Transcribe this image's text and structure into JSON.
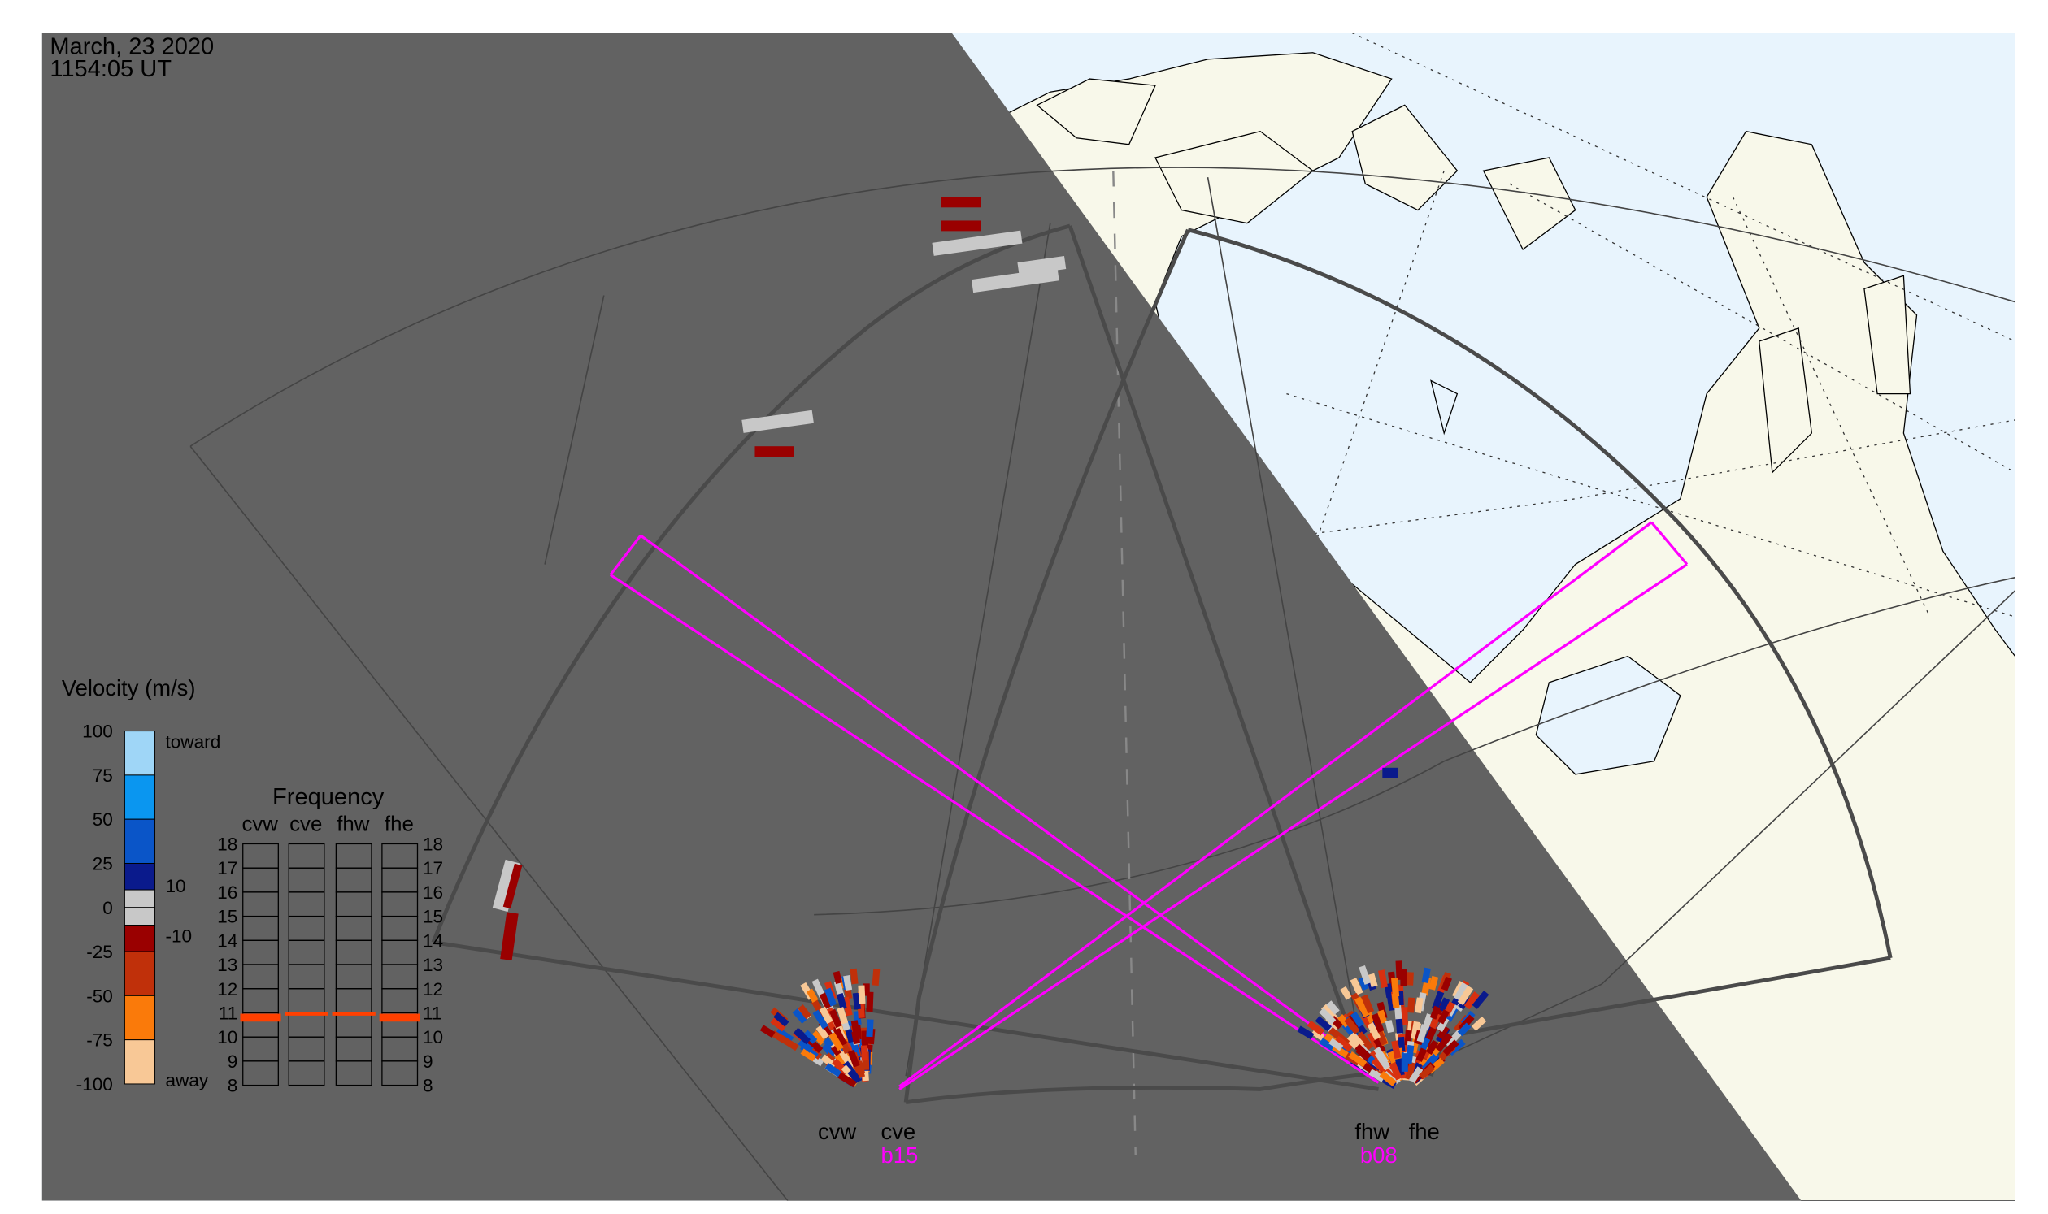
{
  "header": {
    "date": "March, 23 2020",
    "time": "1154:05 UT"
  },
  "colors": {
    "night": "#626262",
    "ocean": "#e8f4fd",
    "land": "#f8f8ea",
    "beam": "#ff00ff",
    "fov": "#4a4a4a"
  },
  "colorbar": {
    "title": "Velocity (m/s)",
    "ticks": [
      "100",
      "75",
      "50",
      "25",
      "0",
      "-25",
      "-50",
      "-75",
      "-100"
    ],
    "label_top": "toward",
    "label_bottom": "away",
    "label_pos": "10",
    "label_neg": "-10",
    "range": [
      -100,
      100
    ],
    "segments": [
      {
        "from": 100,
        "to": 75,
        "color": "#9fd6f7"
      },
      {
        "from": 75,
        "to": 50,
        "color": "#0a96f0"
      },
      {
        "from": 50,
        "to": 25,
        "color": "#0a55c8"
      },
      {
        "from": 25,
        "to": 10,
        "color": "#0a1a8c"
      },
      {
        "from": 10,
        "to": 0,
        "color": "#c8c8c8"
      },
      {
        "from": 0,
        "to": -10,
        "color": "#c8c8c8"
      },
      {
        "from": -10,
        "to": -25,
        "color": "#9a0000"
      },
      {
        "from": -25,
        "to": -50,
        "color": "#c0300a"
      },
      {
        "from": -50,
        "to": -75,
        "color": "#fa7a0a"
      },
      {
        "from": -75,
        "to": -100,
        "color": "#f8c896"
      }
    ]
  },
  "frequency": {
    "title": "Frequency",
    "radars": [
      "cvw",
      "cve",
      "fhw",
      "fhe"
    ],
    "ticks": [
      "18",
      "17",
      "16",
      "15",
      "14",
      "13",
      "12",
      "11",
      "10",
      "9",
      "8"
    ],
    "range_mhz": [
      8,
      18
    ],
    "active_mhz": [
      10.8,
      10.95,
      10.95,
      10.8
    ],
    "active_thick": [
      true,
      false,
      false,
      true
    ],
    "marker_color": "#ff4000"
  },
  "sites": {
    "cvw": "cvw",
    "cve": "cve",
    "fhw": "fhw",
    "fhe": "fhe",
    "cve_beam": "b15",
    "fhw_beam": "b08"
  }
}
